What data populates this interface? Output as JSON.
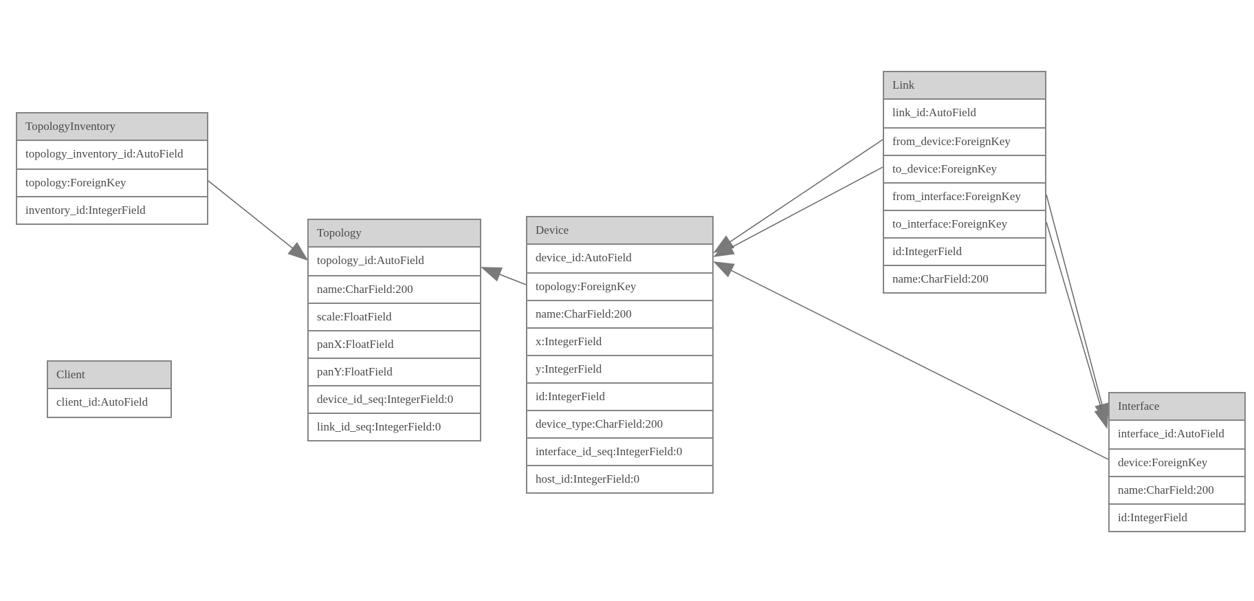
{
  "diagram": {
    "background_color": "#ffffff",
    "border_color": "#848484",
    "header_fill_color": "#d4d4d4",
    "row_fill_color": "#ffffff",
    "text_color": "#4a4a4a",
    "line_color": "#666666",
    "arrow_color": "#7a7a7a"
  },
  "entities": [
    {
      "id": "topology_inventory",
      "title": "TopologyInventory",
      "fields": [
        "topology_inventory_id:AutoField",
        "topology:ForeignKey",
        "inventory_id:IntegerField"
      ]
    },
    {
      "id": "topology",
      "title": "Topology",
      "fields": [
        "topology_id:AutoField",
        "name:CharField:200",
        "scale:FloatField",
        "panX:FloatField",
        "panY:FloatField",
        "device_id_seq:IntegerField:0",
        "link_id_seq:IntegerField:0"
      ]
    },
    {
      "id": "client",
      "title": "Client",
      "fields": [
        "client_id:AutoField"
      ]
    },
    {
      "id": "device",
      "title": "Device",
      "fields": [
        "device_id:AutoField",
        "topology:ForeignKey",
        "name:CharField:200",
        "x:IntegerField",
        "y:IntegerField",
        "id:IntegerField",
        "device_type:CharField:200",
        "interface_id_seq:IntegerField:0",
        "host_id:IntegerField:0"
      ]
    },
    {
      "id": "link",
      "title": "Link",
      "fields": [
        "link_id:AutoField",
        "from_device:ForeignKey",
        "to_device:ForeignKey",
        "from_interface:ForeignKey",
        "to_interface:ForeignKey",
        "id:IntegerField",
        "name:CharField:200"
      ]
    },
    {
      "id": "interface",
      "title": "Interface",
      "fields": [
        "interface_id:AutoField",
        "device:ForeignKey",
        "name:CharField:200",
        "id:IntegerField"
      ]
    }
  ],
  "relations": [
    {
      "id": "ti_topology",
      "from": "TopologyInventory.topology",
      "to": "Topology.topology_id"
    },
    {
      "id": "device_topology",
      "from": "Device.topology",
      "to": "Topology.topology_id"
    },
    {
      "id": "link_from_device",
      "from": "Link.from_device",
      "to": "Device.device_id"
    },
    {
      "id": "link_to_device",
      "from": "Link.to_device",
      "to": "Device.device_id"
    },
    {
      "id": "interface_device",
      "from": "Interface.device",
      "to": "Device.device_id"
    },
    {
      "id": "link_from_interface",
      "from": "Link.from_interface",
      "to": "Interface.interface_id"
    },
    {
      "id": "link_to_interface",
      "from": "Link.to_interface",
      "to": "Interface.interface_id"
    }
  ]
}
